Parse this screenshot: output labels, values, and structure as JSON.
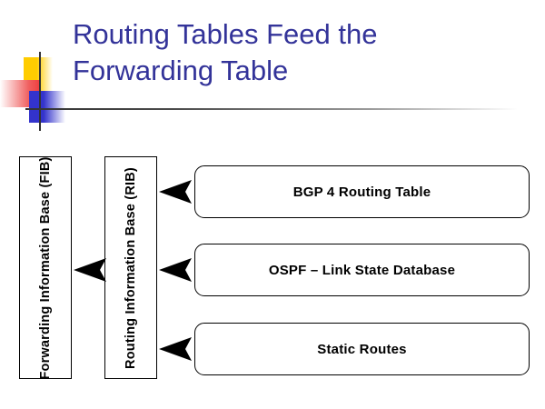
{
  "slide": {
    "title": "Routing Tables Feed the\nForwarding Table",
    "title_color": "#333399",
    "background_color": "#ffffff"
  },
  "decoration": {
    "name": "powerpoint-title-motif",
    "yellow_color": "#ffcc00",
    "red_color": "#ef3b3b",
    "blue_color": "#3333cc",
    "rule_color": "#333333"
  },
  "diagram": {
    "vertical_boxes": [
      {
        "id": "fib",
        "label": "Forwarding Information Base (FIB)"
      },
      {
        "id": "rib",
        "label": "Routing Information Base (RIB)"
      }
    ],
    "source_boxes": [
      {
        "id": "bgp",
        "label": "BGP 4 Routing Table"
      },
      {
        "id": "ospf",
        "label": "OSPF – Link State Database"
      },
      {
        "id": "static",
        "label": "Static Routes"
      }
    ],
    "arrows": [
      {
        "id": "bgp-to-rib",
        "direction": "left"
      },
      {
        "id": "ospf-to-rib",
        "direction": "left"
      },
      {
        "id": "static-to-rib",
        "direction": "left"
      },
      {
        "id": "rib-to-fib",
        "direction": "left"
      }
    ]
  }
}
